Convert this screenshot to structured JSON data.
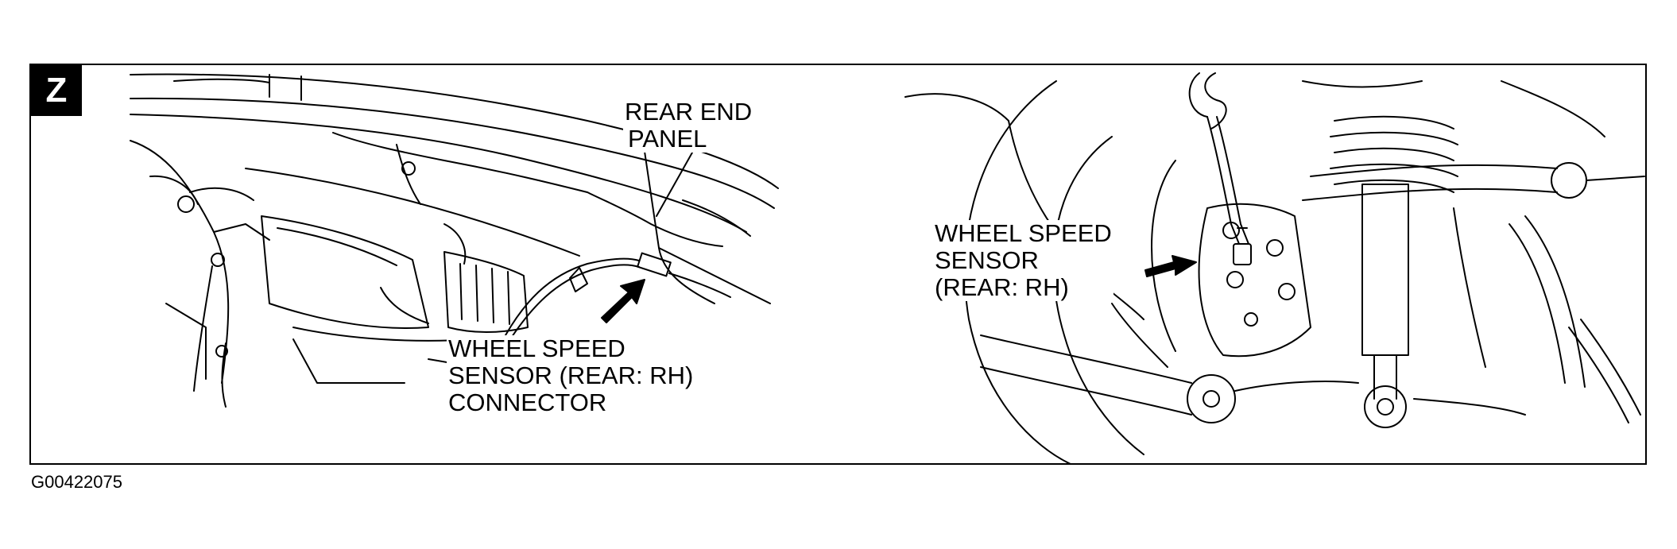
{
  "figure": {
    "section_letter": "Z",
    "figure_code": "G00422075",
    "left_view": {
      "callout_panel": [
        "REAR END",
        "PANEL"
      ],
      "callout_connector": [
        "WHEEL SPEED",
        "SENSOR (REAR: RH)",
        "CONNECTOR"
      ]
    },
    "right_view": {
      "callout_sensor": [
        "WHEEL SPEED",
        "SENSOR",
        "(REAR: RH)"
      ]
    }
  }
}
